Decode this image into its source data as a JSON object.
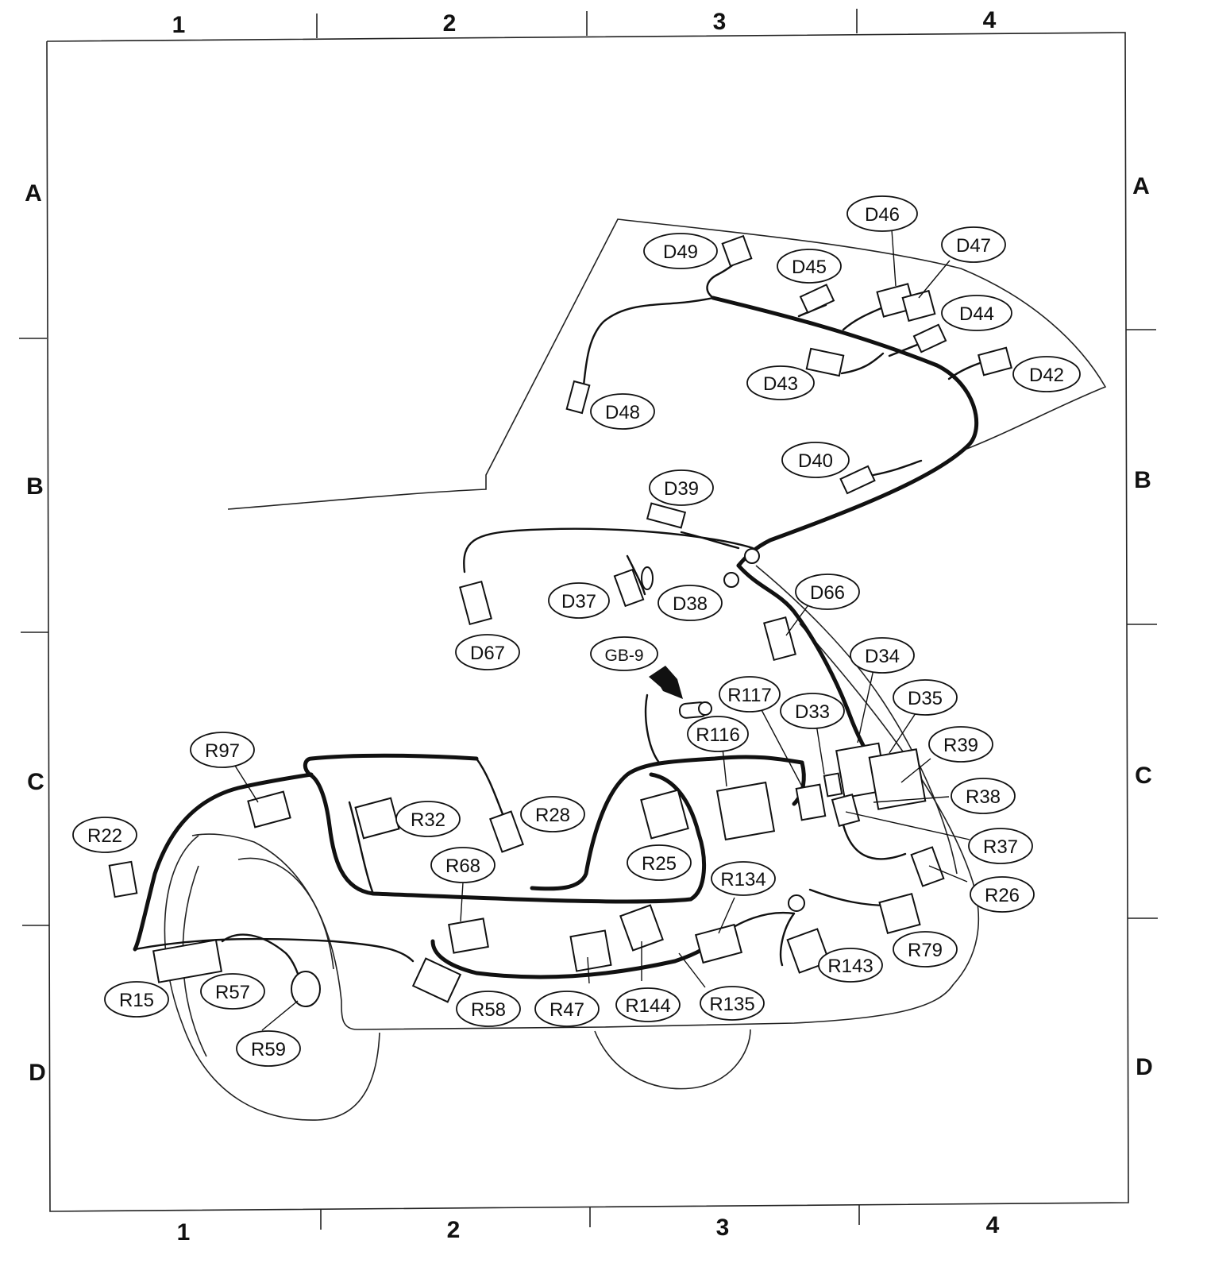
{
  "grid": {
    "columns": [
      "1",
      "2",
      "3",
      "4"
    ],
    "rows": [
      "A",
      "B",
      "C",
      "D"
    ]
  },
  "callouts": {
    "D49": "D49",
    "D45": "D45",
    "D46": "D46",
    "D47": "D47",
    "D44": "D44",
    "D43": "D43",
    "D42": "D42",
    "D48": "D48",
    "D40": "D40",
    "D39": "D39",
    "D37": "D37",
    "D38": "D38",
    "D66": "D66",
    "D67": "D67",
    "GB9": "GB-9",
    "D34": "D34",
    "R117": "R117",
    "D33": "D33",
    "D35": "D35",
    "R116": "R116",
    "R39": "R39",
    "R97": "R97",
    "R38": "R38",
    "R32": "R32",
    "R28": "R28",
    "R22": "R22",
    "R37": "R37",
    "R68": "R68",
    "R25": "R25",
    "R26": "R26",
    "R134": "R134",
    "R79": "R79",
    "R143": "R143",
    "R15": "R15",
    "R57": "R57",
    "R58": "R58",
    "R47": "R47",
    "R144": "R144",
    "R135": "R135",
    "R59": "R59"
  }
}
